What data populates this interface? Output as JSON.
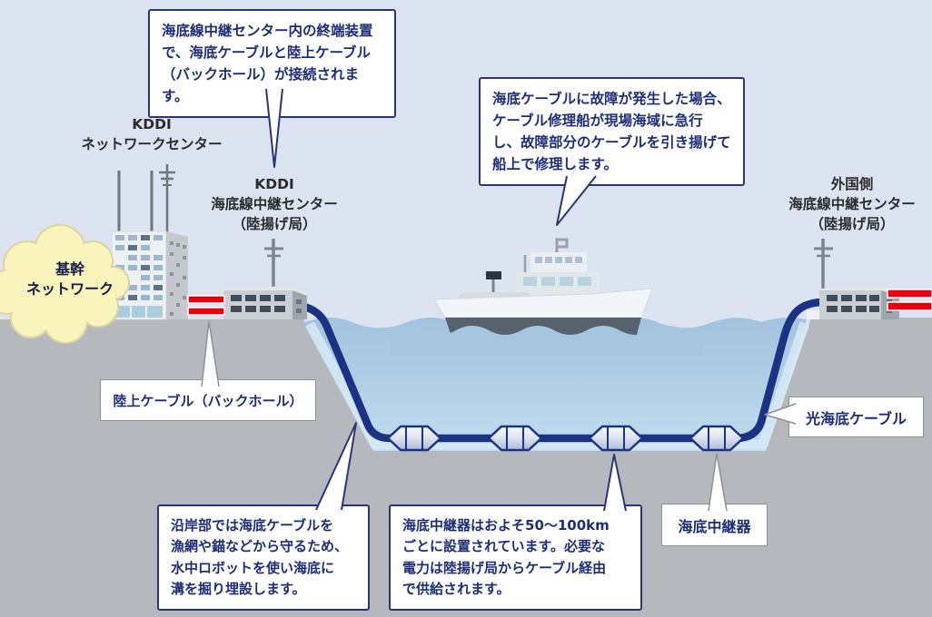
{
  "diagram_title": "submarine-cable-system-diagram",
  "callouts": {
    "terminal_device": "海底線中継センター内の終端装置\nで、海底ケーブルと陸上ケーブル\n（バックホール）が接続されます。",
    "repair_ship": "海底ケーブルに故障が発生した場合、\nケーブル修理船が現場海域に急行\nし、故障部分のケーブルを引き揚げて\n船上で修理します。",
    "coastal_burial": "沿岸部では海底ケーブルを\n漁網や錨などから守るため、\n水中ロボットを使い海底に\n溝を掘り埋設します。",
    "repeater_spacing": "海底中継器はおよそ50〜100km\nごとに設置されています。必要な\n電力は陸揚げ局からケーブル経由\nで供給されます。"
  },
  "labels": {
    "backbone_network": "基幹\nネットワーク",
    "network_center": "KDDI\nネットワークセンター",
    "landing_station_left": "KDDI\n海底線中継センター\n（陸揚げ局）",
    "landing_station_right": "外国側\n海底線中継センター\n（陸揚げ局）",
    "land_cable": "陸上ケーブル（バックホール）",
    "optical_submarine_cable": "光海底ケーブル",
    "submarine_repeater": "海底中継器"
  },
  "colors": {
    "sky": "#dce3f1",
    "ground": "#b5b9be",
    "sea_top": "#a3c2dd",
    "sea_bottom": "#c0dcee",
    "cable_navy": "#1a3382",
    "cable_red": "#e8000f",
    "callout_border": "#2a3576",
    "text_navy": "#1d2d78",
    "cloud_fill": "#f8f4bc"
  }
}
